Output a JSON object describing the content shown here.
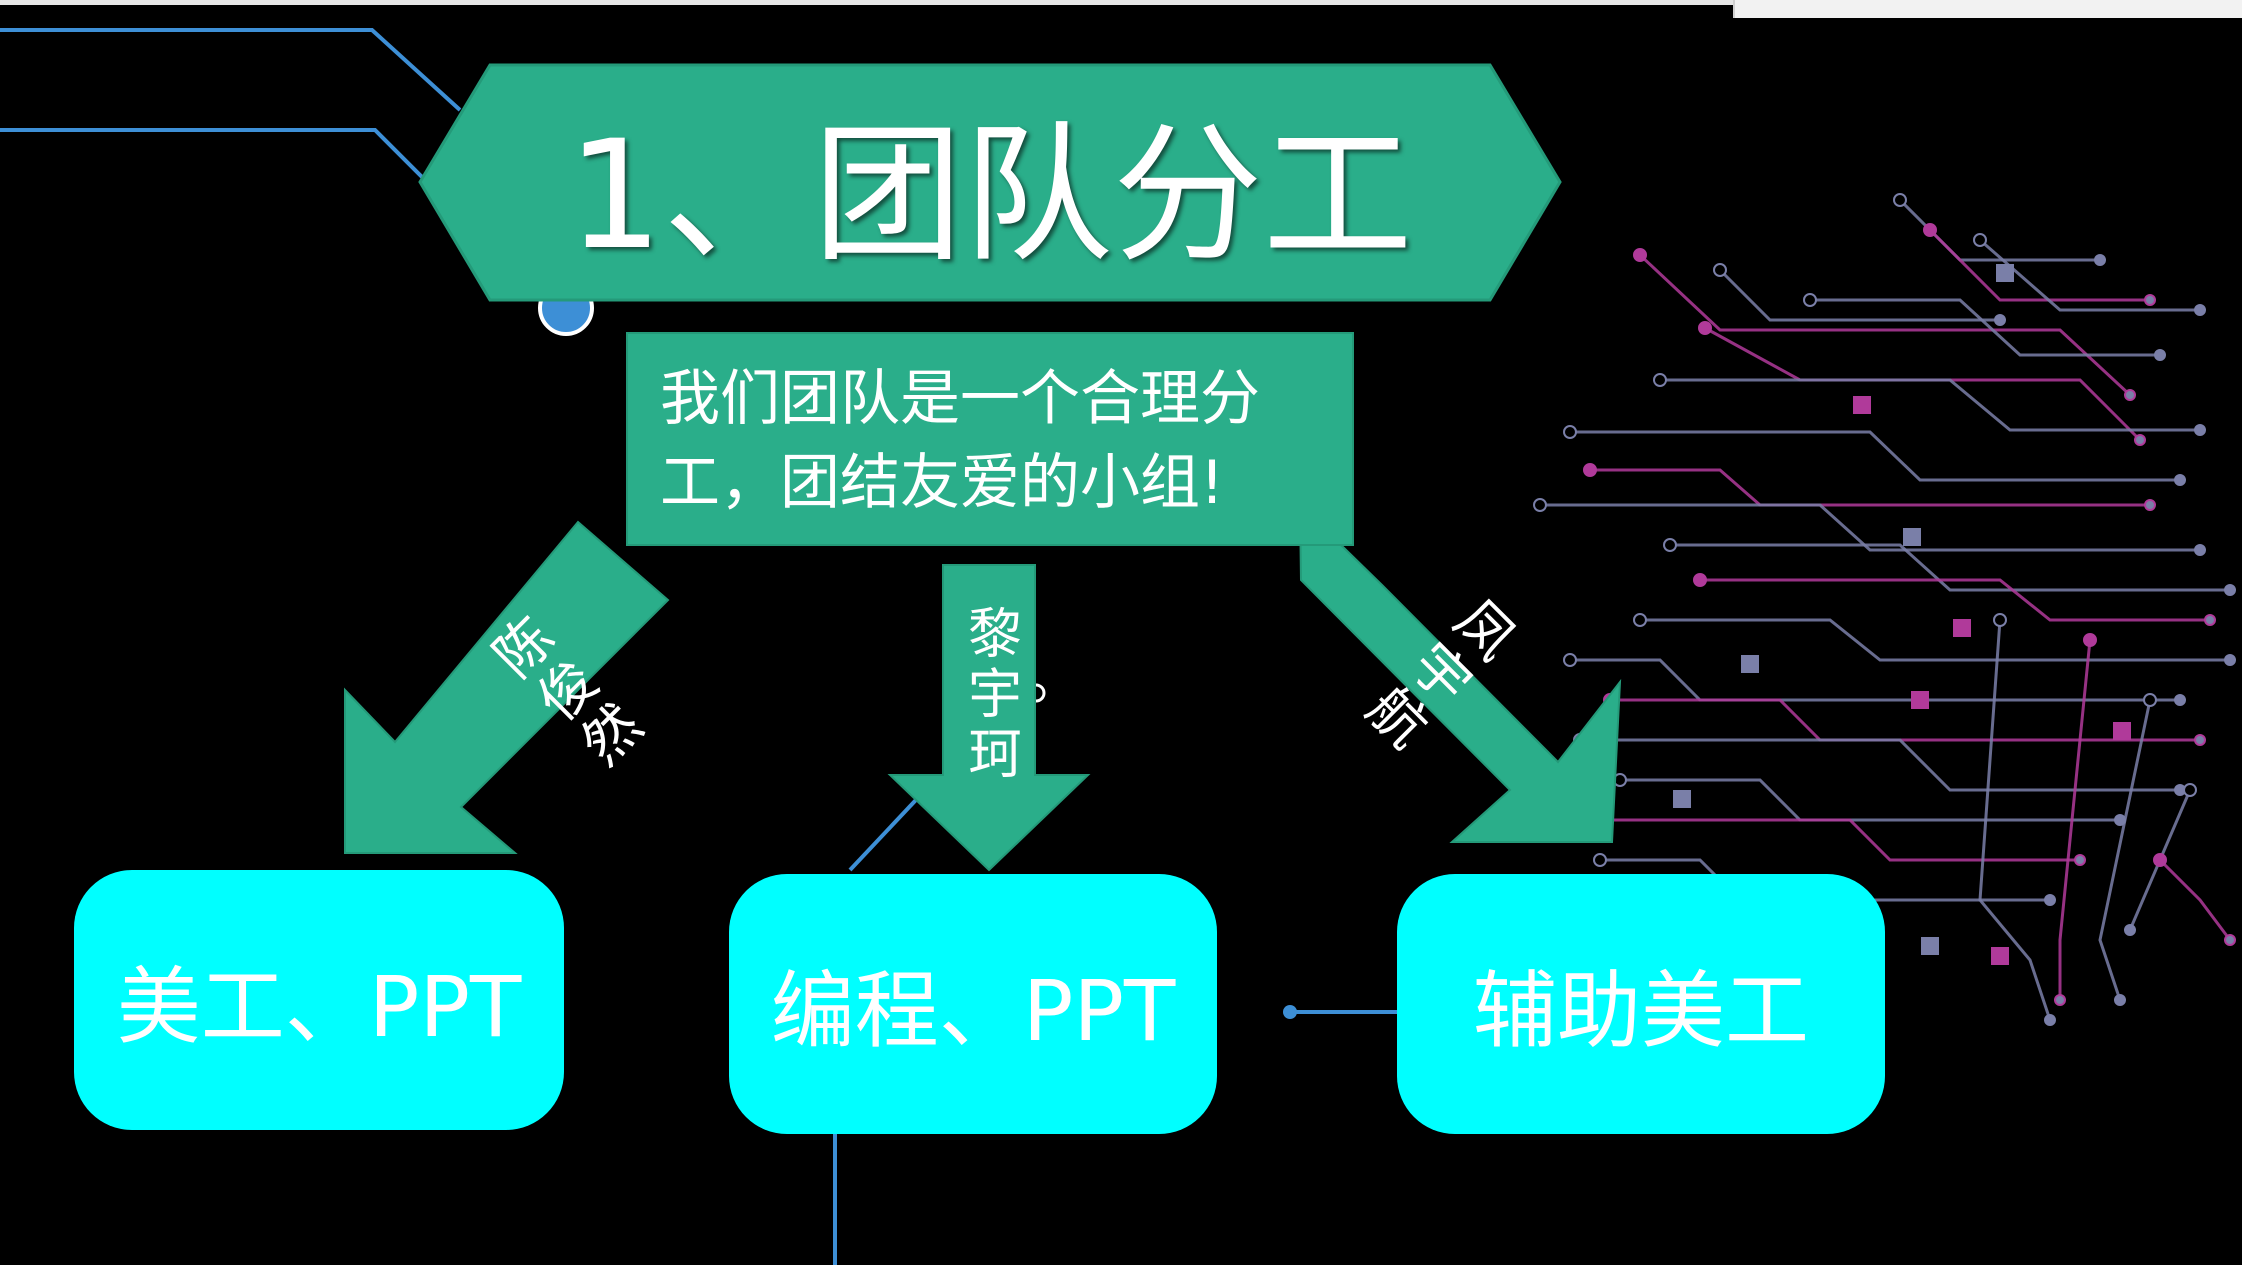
{
  "slide": {
    "title": "1、团队分工",
    "subtitle": "我们团队是一个合理分工，团结友爱的小组!",
    "members": [
      {
        "name": "陈俊然",
        "role": "美工、PPT"
      },
      {
        "name": "黎宇珂",
        "role": "编程、PPT"
      },
      {
        "name": "凤宇航",
        "role": "辅助美工"
      }
    ]
  },
  "colors": {
    "background": "#000000",
    "teal_shape": "#2aae8a",
    "role_box": "#00ffff",
    "circuit_purple": "#b03a9a",
    "circuit_slate": "#7a7fa8",
    "line_blue": "#3d8fd6"
  }
}
